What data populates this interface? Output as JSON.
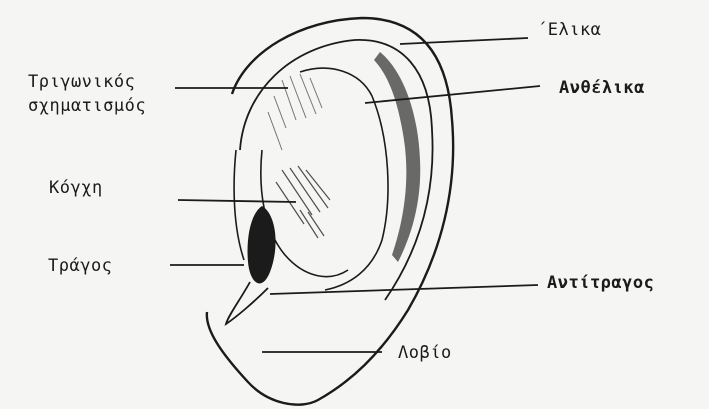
{
  "diagram": {
    "labels": {
      "helix": "΄Ελικα",
      "antihelix": "Ανθέλικα",
      "triangular_line1": "Τριγωνικός",
      "triangular_line2": "σχηματισμός",
      "concha": "Κόγχη",
      "tragus": "Τράγος",
      "antitragus": "Αντίτραγος",
      "lobe": "Λοβίο"
    },
    "colors": {
      "ink": "#1b1b1b",
      "paper": "#f5f5f3"
    }
  }
}
